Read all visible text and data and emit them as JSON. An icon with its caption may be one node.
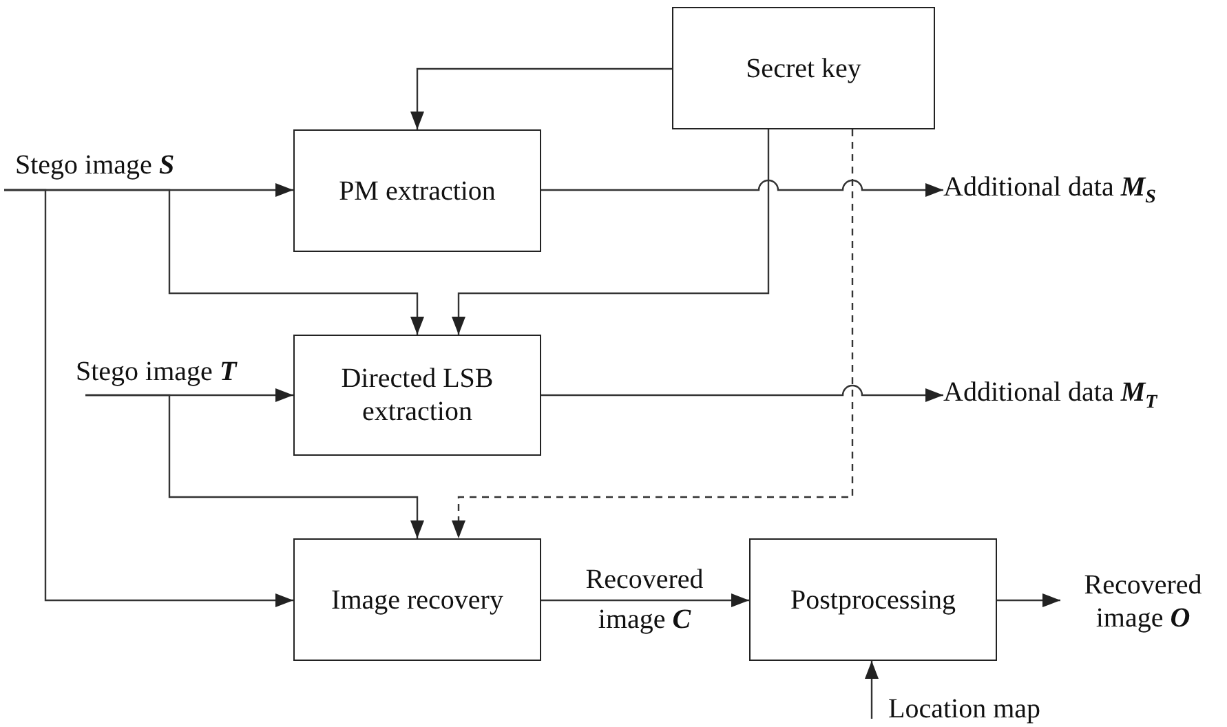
{
  "diagram": {
    "nodes": [
      {
        "text": [
          "Secret key"
        ]
      },
      {
        "text": [
          "PM extraction"
        ]
      },
      {
        "text": [
          "Directed LSB extraction"
        ]
      },
      {
        "text": [
          "Image recovery"
        ]
      },
      {
        "text": [
          "Postprocessing"
        ]
      },
      {
        "text": [
          "Stego image **S**"
        ]
      },
      {
        "text": [
          "Stego image **T**"
        ]
      },
      {
        "text": [
          "Additional data **M**$_{S}$"
        ]
      },
      {
        "text": [
          "Additional data **M**$_{T}$"
        ]
      },
      {
        "text": [
          "Recovered image **O**"
        ]
      },
      {
        "text": [
          "Location map"
        ]
      }
    ],
    "edges": [
      {
        "from": 0,
        "to": 1,
        "arrow": "to"
      },
      {
        "from": 5,
        "to": 1,
        "arrow": "to"
      },
      {
        "from": 5,
        "to": 2,
        "arrow": "to"
      },
      {
        "from": 5,
        "to": 3,
        "arrow": "to"
      },
      {
        "from": 0,
        "to": 2,
        "arrow": "to"
      },
      {
        "from": 0,
        "to": 3,
        "arrow": "to",
        "style": "dashed"
      },
      {
        "from": 1,
        "to": 7,
        "arrow": "to"
      },
      {
        "from": 6,
        "to": 2,
        "arrow": "to"
      },
      {
        "from": 6,
        "to": 3,
        "arrow": "to"
      },
      {
        "from": 2,
        "to": 8,
        "arrow": "to"
      },
      {
        "from": 3,
        "to": 4,
        "arrow": "to",
        "label": "Recovered image **C**"
      },
      {
        "from": 4,
        "to": 9,
        "arrow": "to"
      },
      {
        "from": 10,
        "to": 4,
        "arrow": "to"
      }
    ]
  }
}
